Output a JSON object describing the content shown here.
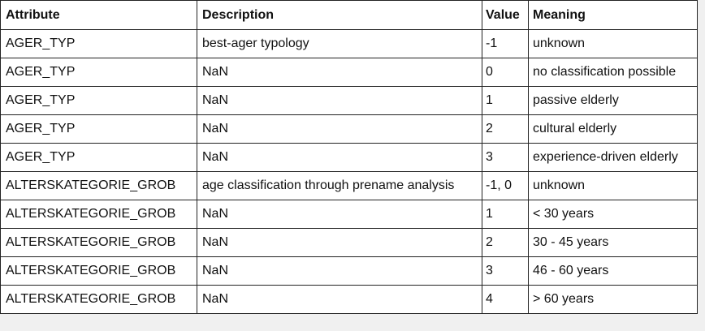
{
  "table": {
    "headers": [
      "Attribute",
      "Description",
      "Value",
      "Meaning"
    ],
    "rows": [
      [
        "AGER_TYP",
        "best-ager typology",
        "-1",
        "unknown"
      ],
      [
        "AGER_TYP",
        "NaN",
        "0",
        "no classification possible"
      ],
      [
        "AGER_TYP",
        "NaN",
        "1",
        "passive elderly"
      ],
      [
        "AGER_TYP",
        "NaN",
        "2",
        "cultural elderly"
      ],
      [
        "AGER_TYP",
        "NaN",
        "3",
        "experience-driven elderly"
      ],
      [
        "ALTERSKATEGORIE_GROB",
        "age classification through prename analysis",
        "-1, 0",
        "unknown"
      ],
      [
        "ALTERSKATEGORIE_GROB",
        "NaN",
        "1",
        "< 30 years"
      ],
      [
        "ALTERSKATEGORIE_GROB",
        "NaN",
        "2",
        "30 - 45 years"
      ],
      [
        "ALTERSKATEGORIE_GROB",
        "NaN",
        "3",
        "46 - 60 years"
      ],
      [
        "ALTERSKATEGORIE_GROB",
        "NaN",
        "4",
        "> 60 years"
      ]
    ]
  }
}
